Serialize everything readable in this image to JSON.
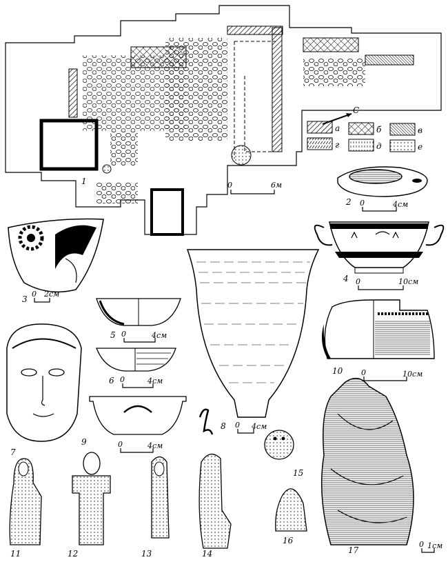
{
  "figures": {
    "f1": "1",
    "f2": "2",
    "f3": "3",
    "f4": "4",
    "f5": "5",
    "f6": "6",
    "f7": "7",
    "f8": "8",
    "f9": "9",
    "f10": "10",
    "f11": "11",
    "f12": "12",
    "f13": "13",
    "f14": "14",
    "f15": "15",
    "f16": "16",
    "f17": "17"
  },
  "scales": {
    "plan": {
      "zero": "0",
      "end": "6м"
    },
    "lamp": {
      "zero": "0",
      "end": "4см"
    },
    "fragment": {
      "zero": "0",
      "end": "2см"
    },
    "kantharos": {
      "zero": "0",
      "end": "10см"
    },
    "bowl5": {
      "zero": "0",
      "end": "4см"
    },
    "bowl6": {
      "zero": "0",
      "end": "4см"
    },
    "bowl9": {
      "zero": "0",
      "end": "4см"
    },
    "jar8": {
      "zero": "0",
      "end": "4см"
    },
    "vessel10": {
      "zero": "0",
      "end": "10см"
    },
    "statue17": {
      "zero": "0",
      "end": "1см"
    }
  },
  "north_arrow": "С",
  "legend": [
    "а",
    "б",
    "в",
    "г",
    "д",
    "е"
  ],
  "colors": {
    "ink": "#000000",
    "paper": "#ffffff"
  }
}
